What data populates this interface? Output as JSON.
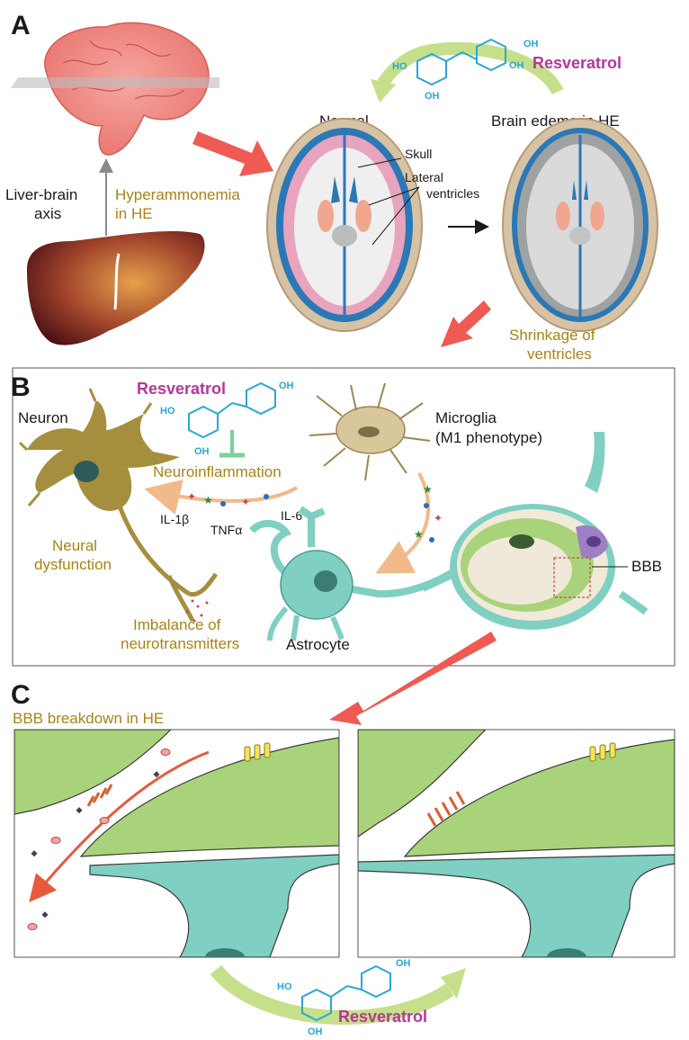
{
  "panels": {
    "a": "A",
    "b": "B",
    "c": "C"
  },
  "panel_a": {
    "resveratrol": "Resveratrol",
    "normal": "Normal",
    "edema": "Brain edema in HE",
    "skull": "Skull",
    "lateral_1": "Lateral",
    "lateral_2": "ventricles",
    "axis_1": "Liver-brain",
    "axis_2": "axis",
    "hyper_1": "Hyperammonemia",
    "hyper_2": "in HE",
    "shrink_1": "Shrinkage of",
    "shrink_2": "ventricles"
  },
  "panel_b": {
    "resveratrol": "Resveratrol",
    "neuron": "Neuron",
    "microglia_1": "Microglia",
    "microglia_2": "(M1 phenotype)",
    "neuroinflammation": "Neuroinflammation",
    "il1b": "IL-1β",
    "tnfa": "TNFα",
    "il6": "IL-6",
    "neural_1": "Neural",
    "neural_2": "dysfunction",
    "imbalance_1": "Imbalance of",
    "imbalance_2": "neurotransmitters",
    "astrocyte": "Astrocyte",
    "bbb": "BBB"
  },
  "panel_c": {
    "title": "BBB breakdown in HE",
    "resveratrol": "Resveratrol"
  },
  "chem": {
    "oh": "OH",
    "ho": "HO"
  },
  "colors": {
    "gold": "#a98313",
    "magenta": "#b5369a",
    "chem_blue": "#2aa7d6",
    "arrow_red": "#ef5a52",
    "arrow_green": "#c6df8a",
    "cell_green": "#a9d37a",
    "astro_teal": "#7fcfc2",
    "neuron_olive": "#a58f3e"
  }
}
